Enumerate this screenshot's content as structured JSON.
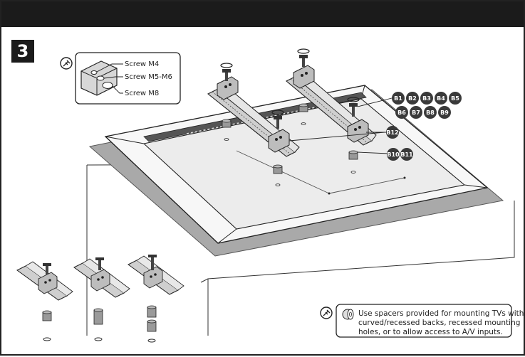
{
  "step": {
    "number": "3"
  },
  "screw_legend": {
    "items": [
      "Screw M4",
      "Screw M5-M6",
      "Screw M8"
    ]
  },
  "part_badges": {
    "row1": [
      "B1",
      "B2",
      "B3",
      "B4",
      "B5"
    ],
    "row2": [
      "B6",
      "B7",
      "B8",
      "B9"
    ],
    "b12": "B12",
    "b10_b11": [
      "B10",
      "B11"
    ]
  },
  "spacer_note": {
    "lines": [
      "Use spacers provided for mounting TVs with",
      "curved/recessed backs, recessed mounting",
      "holes, or to allow access to A/V inputs."
    ]
  },
  "colors": {
    "header": "#1b1b1b",
    "badge": "#3a3a3a",
    "line": "#222222",
    "grey_sheet": "#a9a9a9",
    "screen_fill": "#f7f7f7"
  }
}
